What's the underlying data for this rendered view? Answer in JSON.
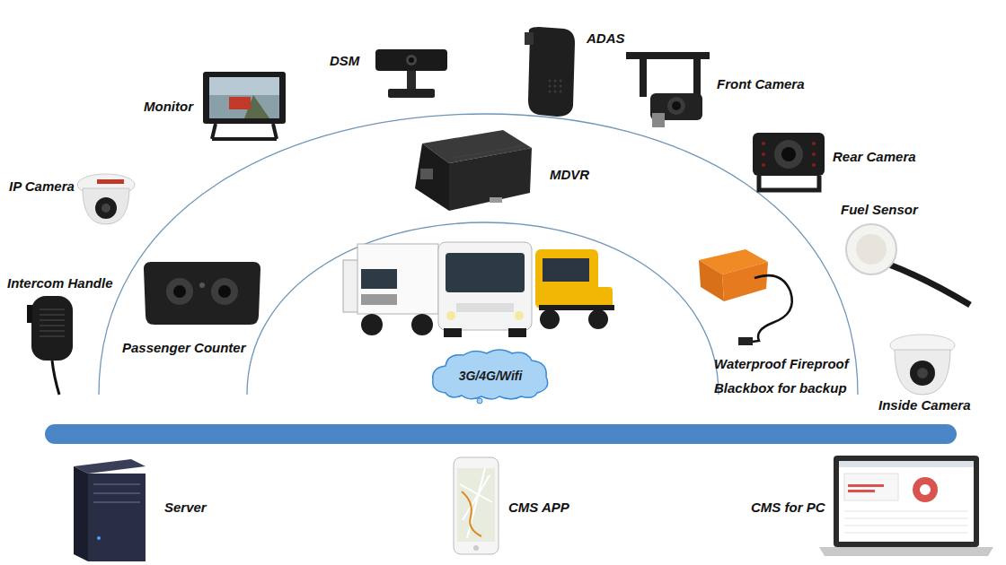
{
  "diagram": {
    "nodes": [
      {
        "text": [
          "3G/4G/Wifi"
        ]
      }
    ],
    "labels": [
      "Monitor",
      "DSM",
      "ADAS",
      "Front Camera",
      "IP Camera",
      "Rear Camera",
      "MDVR",
      "Fuel Sensor",
      "Intercom Handle",
      "Passenger Counter",
      "Waterproof Fireproof Blackbox for backup",
      "Inside Camera",
      "Server",
      "CMS APP",
      "CMS for PC"
    ]
  }
}
